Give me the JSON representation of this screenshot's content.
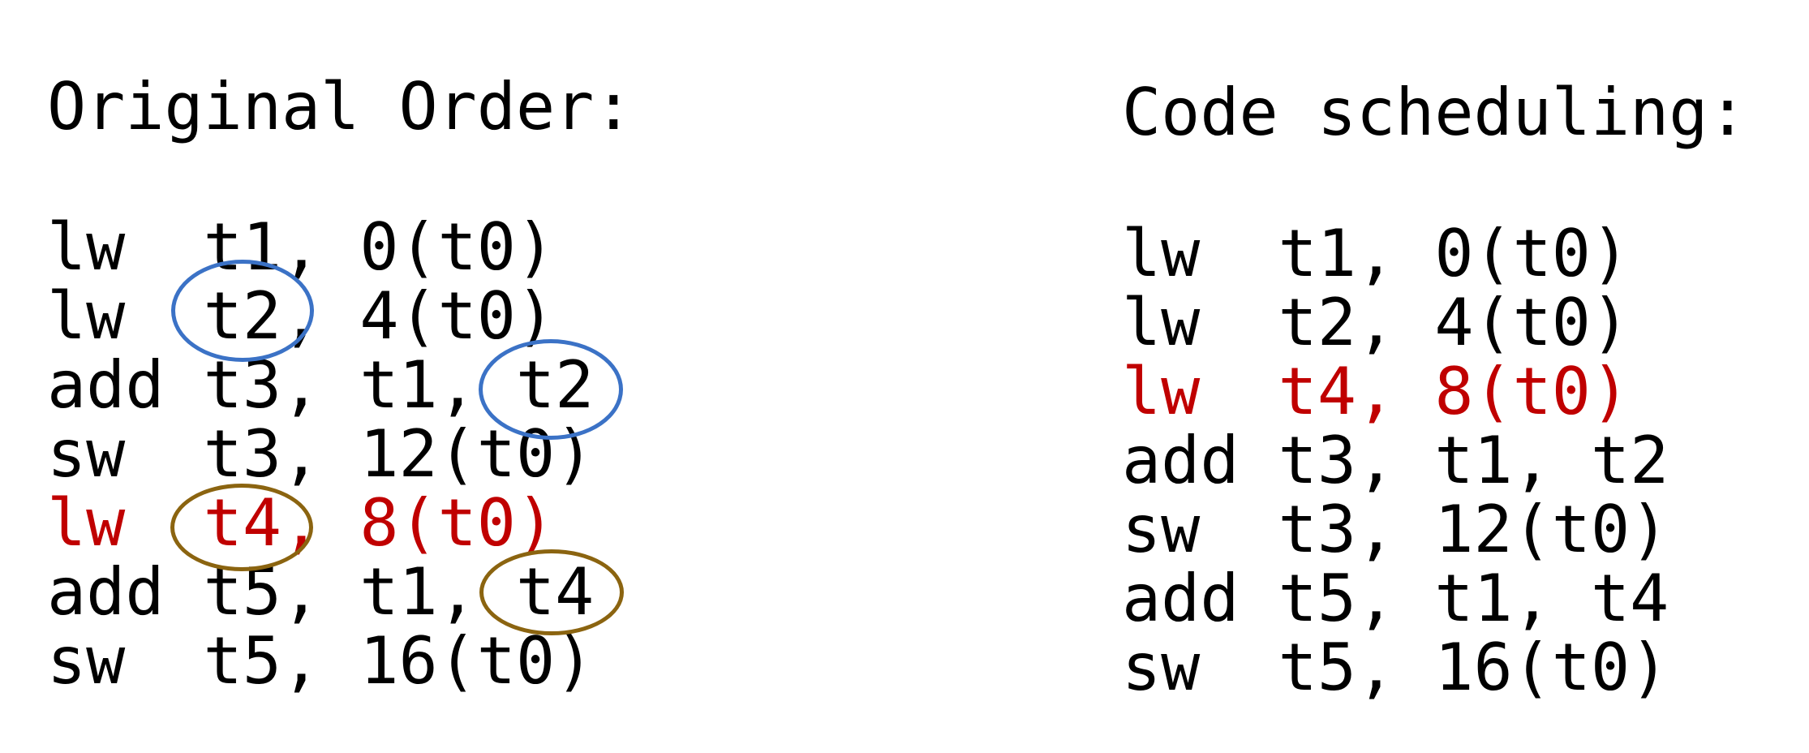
{
  "left": {
    "title": "Original Order:",
    "lines": [
      {
        "text": "lw  t1, 0(t0)",
        "highlight": false
      },
      {
        "text": "lw  t2, 4(t0)",
        "highlight": false
      },
      {
        "text": "add t3, t1, t2",
        "highlight": false
      },
      {
        "text": "sw  t3, 12(t0)",
        "highlight": false
      },
      {
        "text": "lw  t4, 8(t0)",
        "highlight": true
      },
      {
        "text": "add t5, t1, t4",
        "highlight": false
      },
      {
        "text": "sw  t5, 16(t0)",
        "highlight": false
      }
    ]
  },
  "right": {
    "title": "Code scheduling:",
    "lines": [
      {
        "text": "lw  t1, 0(t0)",
        "highlight": false
      },
      {
        "text": "lw  t2, 4(t0)",
        "highlight": false
      },
      {
        "text": "lw  t4, 8(t0)",
        "highlight": true
      },
      {
        "text": "add t3, t1, t2",
        "highlight": false
      },
      {
        "text": "sw  t3, 12(t0)",
        "highlight": false
      },
      {
        "text": "add t5, t1, t4",
        "highlight": false
      },
      {
        "text": "sw  t5, 16(t0)",
        "highlight": false
      }
    ]
  },
  "colors": {
    "text": "#000000",
    "highlight": "#c00000",
    "dependency_t2": "#3b72c6",
    "dependency_t4": "#8b6410"
  }
}
